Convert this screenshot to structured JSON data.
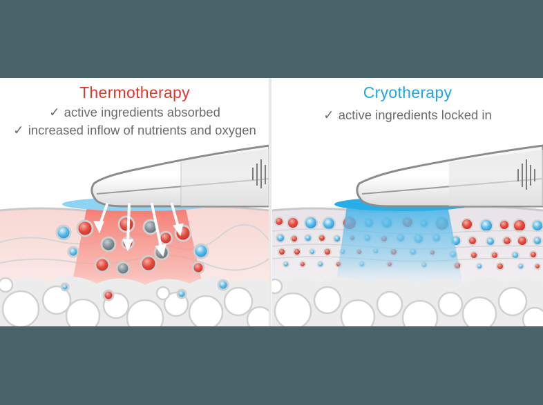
{
  "colors": {
    "background": "#4a636b",
    "thermo_accent": "#e2352b",
    "cryo_accent": "#1ea7e1",
    "text_gray": "#6b6b6b"
  },
  "panels": [
    {
      "title": "Thermotherapy",
      "lines": [
        "active ingredients absorbed",
        "increased inflow of nutrients and oxygen"
      ]
    },
    {
      "title": "Cryotherapy",
      "lines": [
        "active ingredients locked in"
      ]
    }
  ],
  "icons": {
    "check": "✓",
    "arrows": "arrow-down-icon",
    "device": "treatment-device-icon"
  }
}
